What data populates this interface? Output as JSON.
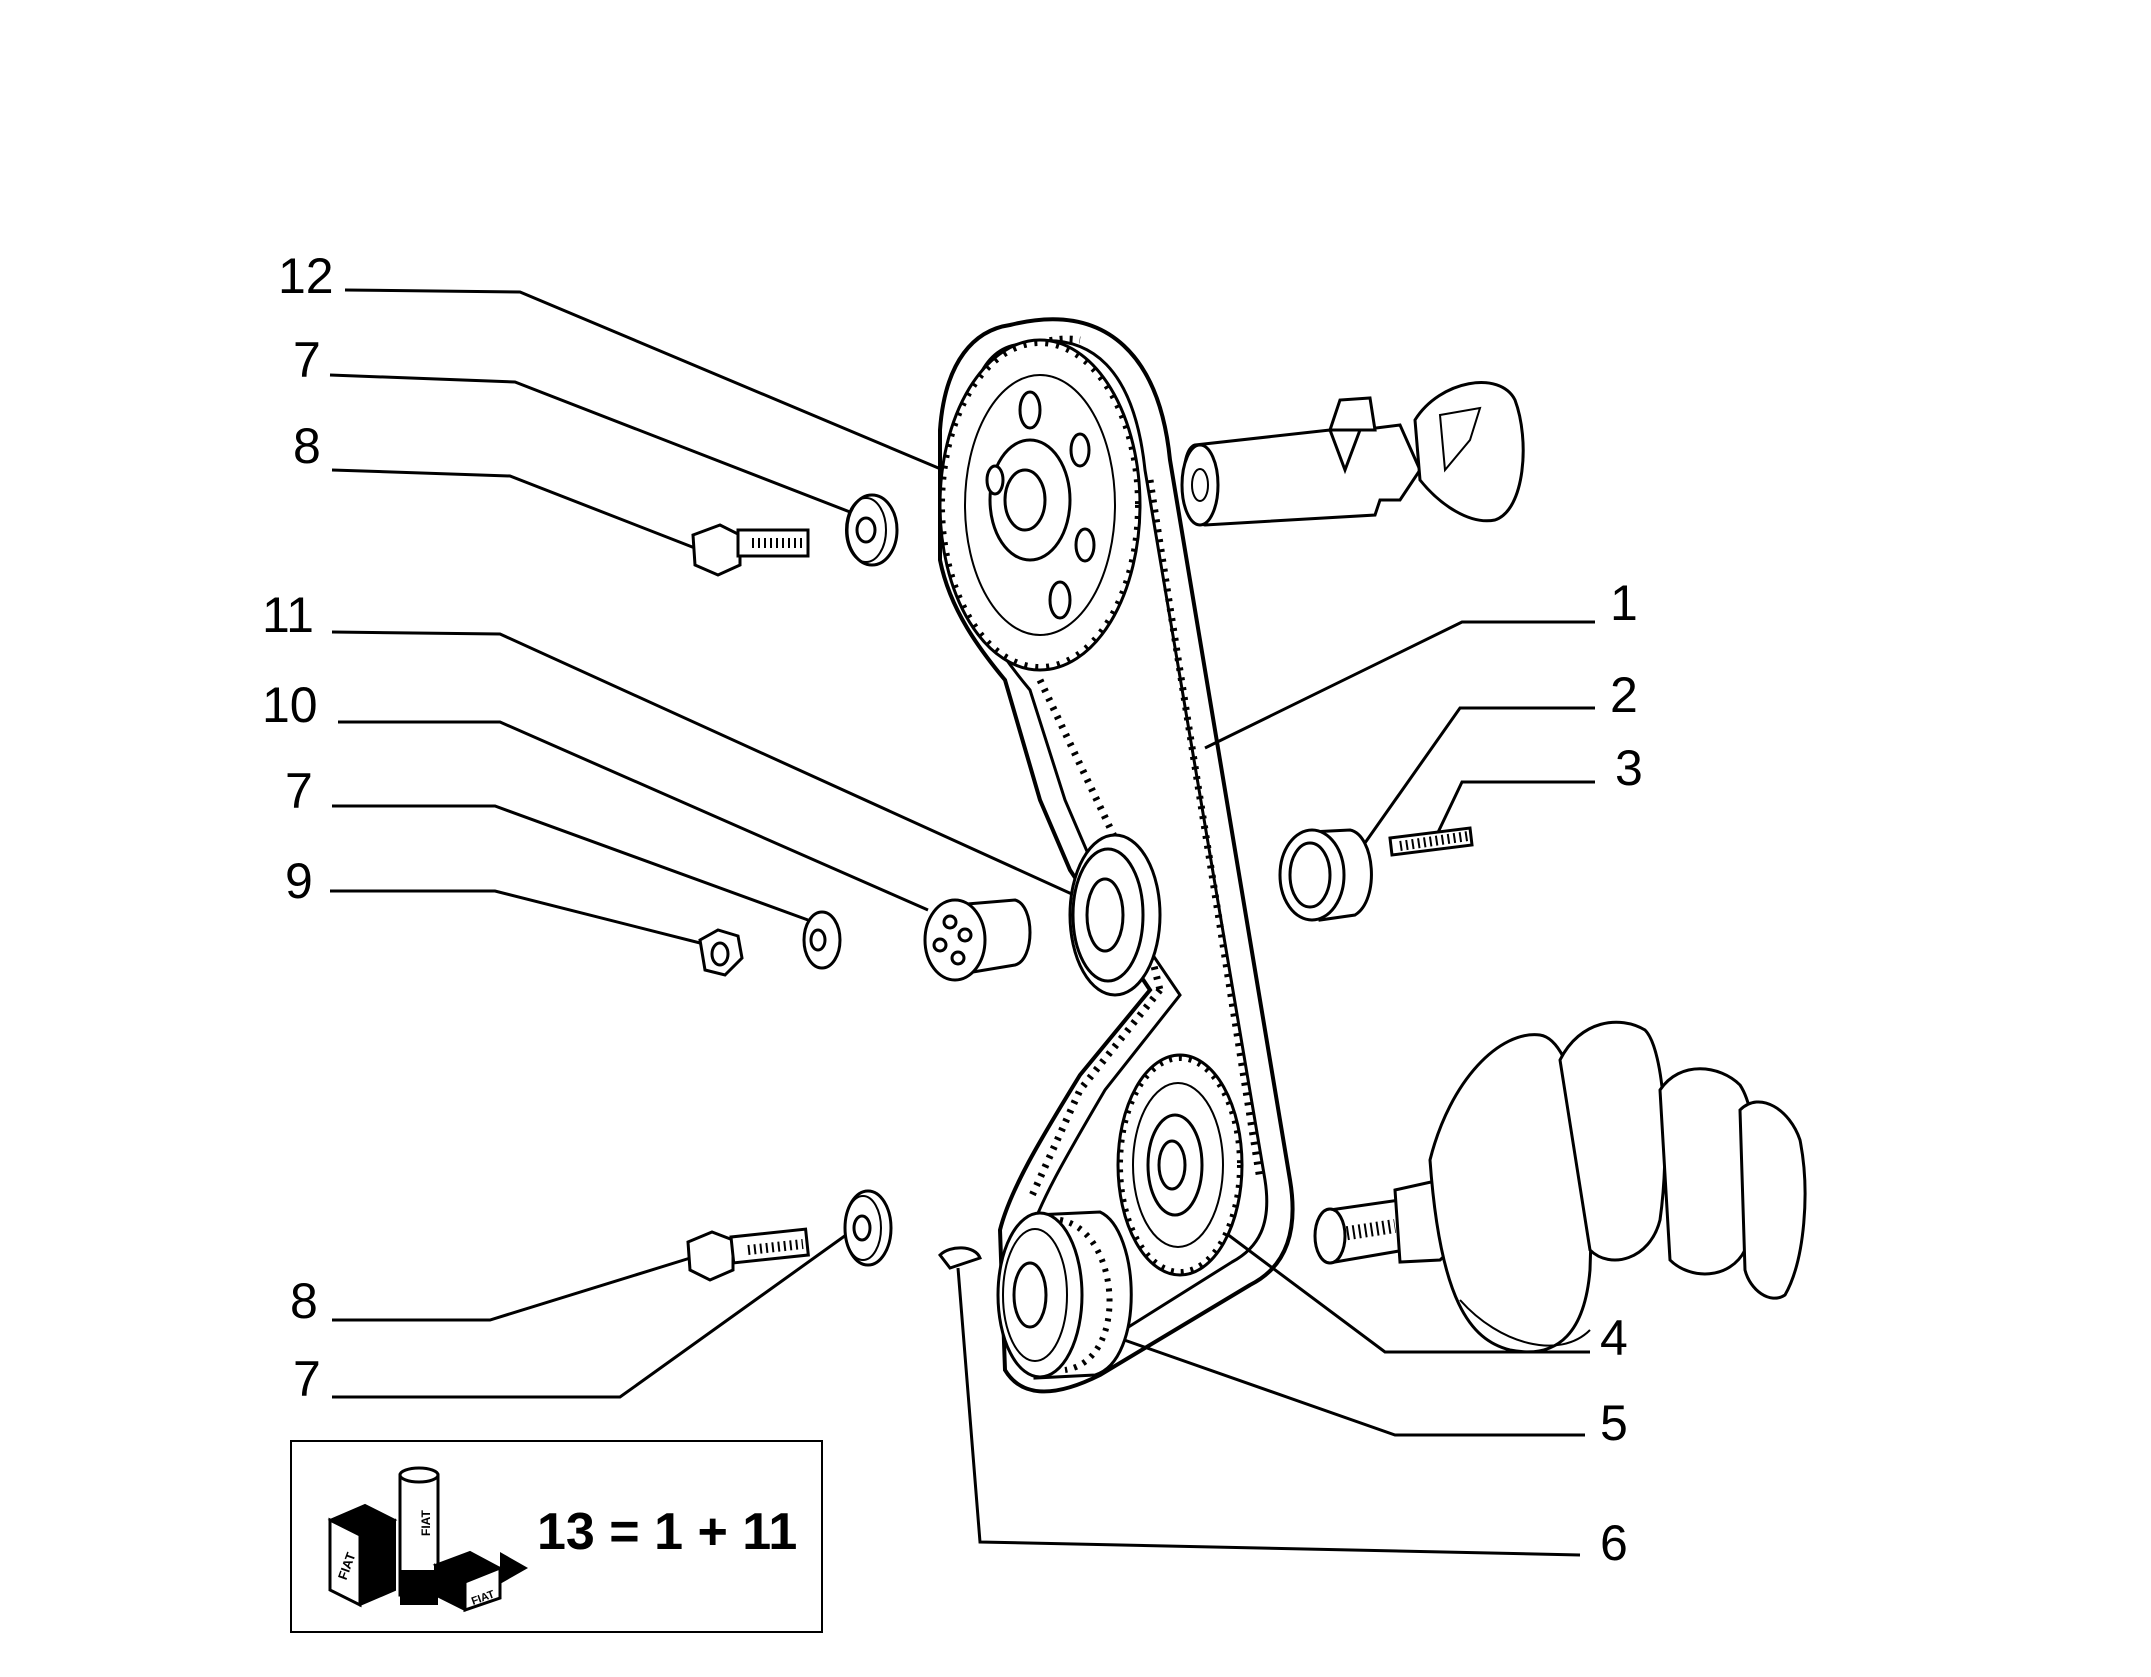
{
  "callouts": {
    "c12": "12",
    "c7a": "7",
    "c8a": "8",
    "c11": "11",
    "c10": "10",
    "c7b": "7",
    "c9": "9",
    "c8b": "8",
    "c7c": "7",
    "c1": "1",
    "c2": "2",
    "c3": "3",
    "c4": "4",
    "c5": "5",
    "c6": "6"
  },
  "kit": {
    "formula": "13 = 1 + 11",
    "logo_text": "FIAT",
    "icon": "parts-kit-boxes-icon"
  }
}
